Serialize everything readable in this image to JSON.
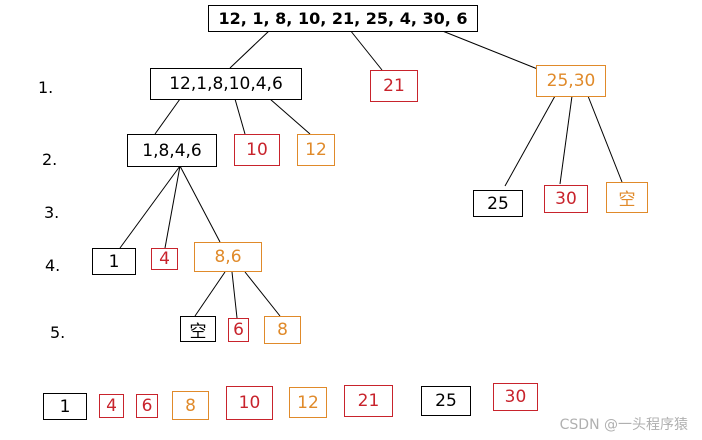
{
  "colors": {
    "black": "#000000",
    "red": "#c8232c",
    "orange": "#e08a2a",
    "watermark": "#b0b0b0"
  },
  "levels": [
    "1.",
    "2.",
    "3.",
    "4.",
    "5."
  ],
  "nodes": {
    "root": "12, 1, 8, 10, 21, 25, 4, 30, 6",
    "n1_left": "12,1,8,10,4,6",
    "n1_mid": "21",
    "n1_right": "25,30",
    "n2_left": "1,8,4,6",
    "n2_mid": "10",
    "n2_right": "12",
    "n25": "25",
    "n30": "30",
    "nempty_r": "空",
    "n4_1": "1",
    "n4_4": "4",
    "n4_86": "8,6",
    "n5_empty": "空",
    "n5_6": "6",
    "n5_8": "8"
  },
  "result": [
    "1",
    "4",
    "6",
    "8",
    "10",
    "12",
    "21",
    "25",
    "30"
  ],
  "watermark": "CSDN @一头程序猿"
}
